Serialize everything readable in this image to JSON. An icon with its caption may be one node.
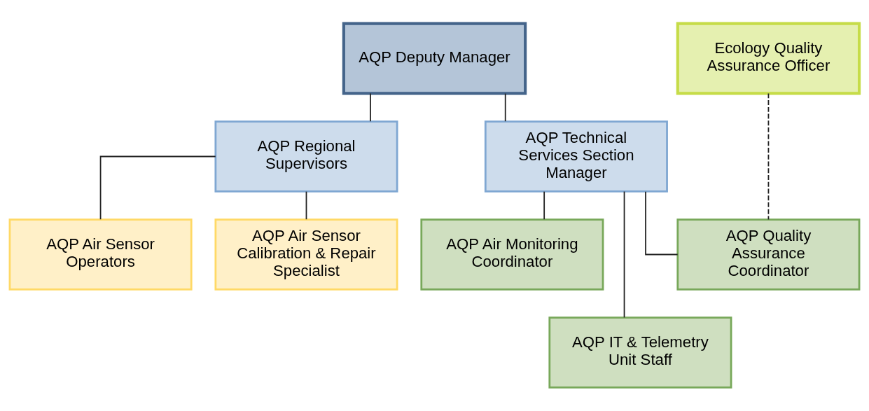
{
  "diagram": {
    "nodes": [
      {
        "text": [
          "AQP Deputy Manager"
        ]
      },
      {
        "text": [
          "Ecology Quality Assurance Officer"
        ]
      },
      {
        "text": [
          "AQP Regional Supervisors"
        ]
      },
      {
        "text": [
          "AQP Technical Services Section Manager"
        ]
      },
      {
        "text": [
          "AQP Air Sensor Operators"
        ]
      },
      {
        "text": [
          "AQP Air Sensor Calibration & Repair Specialist"
        ]
      },
      {
        "text": [
          "AQP Air Monitoring Coordinator"
        ]
      },
      {
        "text": [
          "AQP Quality Assurance Coordinator"
        ]
      },
      {
        "text": [
          "AQP IT & Telemetry Unit Staff"
        ]
      }
    ],
    "edges": [
      {
        "from": 0,
        "to": 2,
        "arrow": "none"
      },
      {
        "from": 0,
        "to": 3,
        "arrow": "none"
      },
      {
        "from": 2,
        "to": 4,
        "arrow": "none"
      },
      {
        "from": 2,
        "to": 5,
        "arrow": "none"
      },
      {
        "from": 3,
        "to": 6,
        "arrow": "none"
      },
      {
        "from": 3,
        "to": 7,
        "arrow": "none"
      },
      {
        "from": 3,
        "to": 8,
        "arrow": "none"
      },
      {
        "from": 1,
        "to": 7,
        "arrow": "none",
        "style": "dashed"
      }
    ]
  }
}
